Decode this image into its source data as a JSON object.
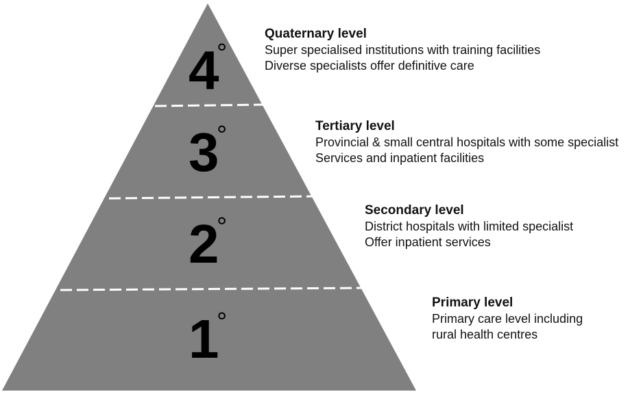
{
  "colors": {
    "pyramid_fill": "#808080",
    "divider": "#ffffff",
    "number_text": "#000000",
    "label_text": "#111111"
  },
  "levels": [
    {
      "number": "4",
      "degree": "°",
      "title": "Quaternary level",
      "lines": [
        "Super specialised institutions with training facilities",
        "Diverse specialists offer definitive care"
      ]
    },
    {
      "number": "3",
      "degree": "°",
      "title": "Tertiary level",
      "lines": [
        "Provincial & small central hospitals with some specialist",
        "Services and inpatient facilities"
      ]
    },
    {
      "number": "2",
      "degree": "°",
      "title": "Secondary level",
      "lines": [
        "District hospitals with limited specialist",
        "Offer inpatient services"
      ]
    },
    {
      "number": "1",
      "degree": "°",
      "title": "Primary level",
      "lines": [
        "Primary care level including",
        "rural health centres"
      ]
    }
  ]
}
